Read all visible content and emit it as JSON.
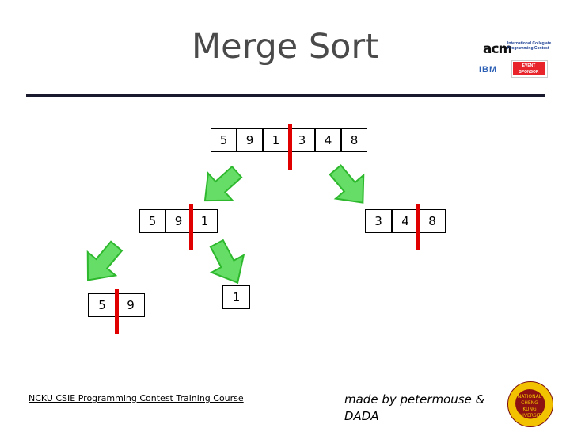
{
  "slide": {
    "title": "Merge Sort",
    "footer_left": "NCKU CSIE Programming Contest Training Course",
    "footer_right": "made by petermouse & DADA"
  },
  "logos": {
    "acm_text": "acm",
    "acm_sub_line1": "International Collegiate",
    "acm_sub_line2": "Programming Contest",
    "ibm_text": "IBM",
    "ibm_badge_line1": "EVENT",
    "ibm_badge_line2": "SPONSOR",
    "seal_line1": "NATIONAL",
    "seal_line2": "CHENG KUNG",
    "seal_line3": "UNIVERSITY"
  },
  "merge_tree": {
    "level1": {
      "values": [
        "5",
        "9",
        "1",
        "3",
        "4",
        "8"
      ],
      "split_after_index": 2
    },
    "level2_left": {
      "values": [
        "5",
        "9",
        "1"
      ],
      "split_after_index": 2
    },
    "level2_right": {
      "values": [
        "3",
        "4",
        "8"
      ],
      "split_after_index": 2
    },
    "level3_left": {
      "values": [
        "5",
        "9"
      ],
      "split_after_index": 1
    },
    "level3_right": {
      "values": [
        "1"
      ]
    }
  },
  "colors": {
    "arrow_fill": "#66dd66",
    "arrow_stroke": "#2db82d",
    "split_bar": "#e00000",
    "title_text": "#4a4a4a",
    "rule": "#1a1a2e"
  }
}
